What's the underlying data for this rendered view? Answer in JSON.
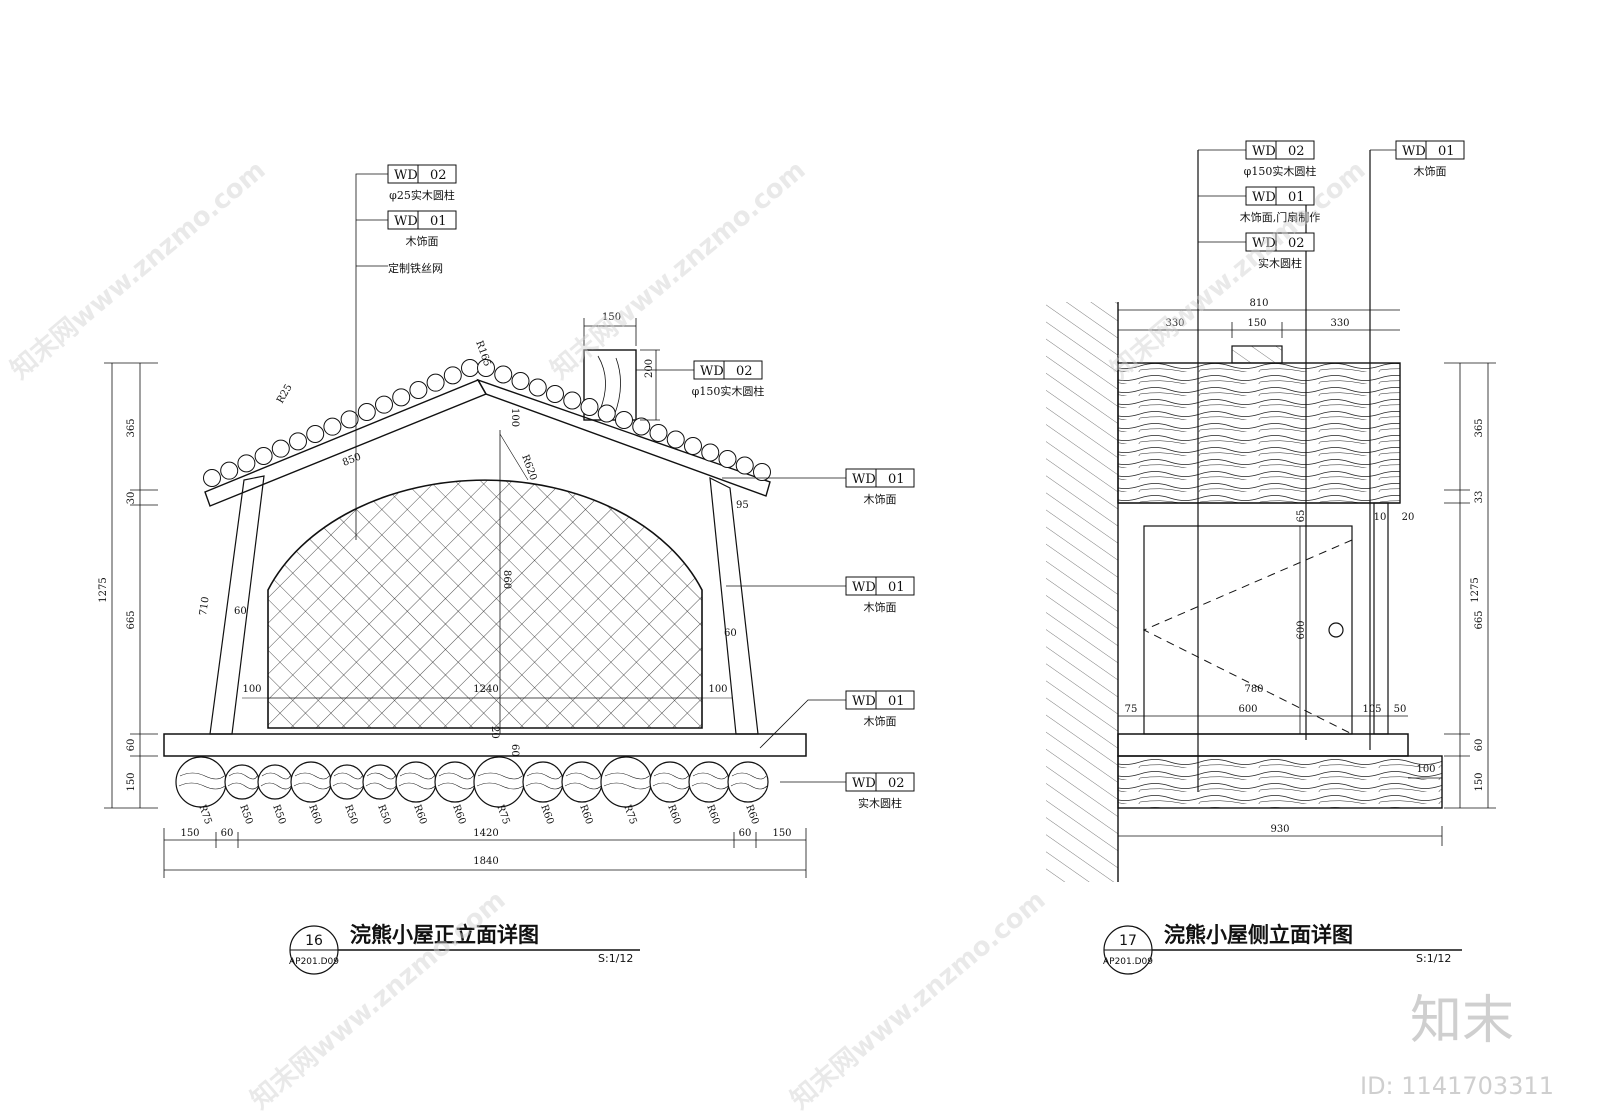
{
  "front": {
    "title": "浣熊小屋正立面详图",
    "number": "16",
    "ref": "AP201.D09",
    "scale": "S:1/12",
    "tags": [
      {
        "code": "WD",
        "num": "02",
        "note": "φ25实木圆柱"
      },
      {
        "code": "WD",
        "num": "01",
        "note": "木饰面"
      },
      {
        "code": "",
        "num": "",
        "note": "定制铁丝网"
      },
      {
        "code": "WD",
        "num": "02",
        "note": "φ150实木圆柱"
      },
      {
        "code": "WD",
        "num": "01",
        "note": "木饰面"
      },
      {
        "code": "WD",
        "num": "01",
        "note": "木饰面"
      },
      {
        "code": "WD",
        "num": "01",
        "note": "木饰面"
      },
      {
        "code": "WD",
        "num": "02",
        "note": "实木圆柱"
      }
    ],
    "dims": {
      "left_h": [
        "365",
        "30",
        "665",
        "60",
        "150"
      ],
      "total_h": "1275",
      "bottom": [
        "150",
        "60",
        "1420",
        "60",
        "150"
      ],
      "total_w": "1840",
      "inner": [
        "100",
        "1240",
        "100"
      ],
      "r_labels": [
        "R25",
        "R165",
        "R620"
      ],
      "misc": [
        "850",
        "100",
        "860",
        "710",
        "60",
        "60",
        "95",
        "20",
        "60",
        "150",
        "200"
      ],
      "logs": [
        "R75",
        "R50",
        "R50",
        "R60",
        "R50",
        "R50",
        "R60",
        "R60",
        "R75",
        "R60",
        "R60",
        "R75",
        "R60",
        "R60",
        "R60"
      ]
    }
  },
  "side": {
    "title": "浣熊小屋侧立面详图",
    "number": "17",
    "ref": "AP201.D09",
    "scale": "S:1/12",
    "tags": [
      {
        "code": "WD",
        "num": "02",
        "note": "φ150实木圆柱"
      },
      {
        "code": "WD",
        "num": "01",
        "note": "木饰面,门扇制作"
      },
      {
        "code": "WD",
        "num": "02",
        "note": "实木圆柱"
      },
      {
        "code": "WD",
        "num": "01",
        "note": "木饰面"
      }
    ],
    "dims": {
      "top_total": "810",
      "top": [
        "330",
        "150",
        "330"
      ],
      "right_h": [
        "365",
        "33",
        "665",
        "60",
        "150"
      ],
      "total_h": "1275",
      "door": [
        "65",
        "600",
        "780"
      ],
      "bottom_row": [
        "75",
        "600",
        "105",
        "50"
      ],
      "small": [
        "10",
        "20",
        "100"
      ],
      "base": "930"
    }
  },
  "watermark": {
    "site": "知末网www.znzmo.com",
    "brand": "知末",
    "id": "ID: 1141703311"
  }
}
